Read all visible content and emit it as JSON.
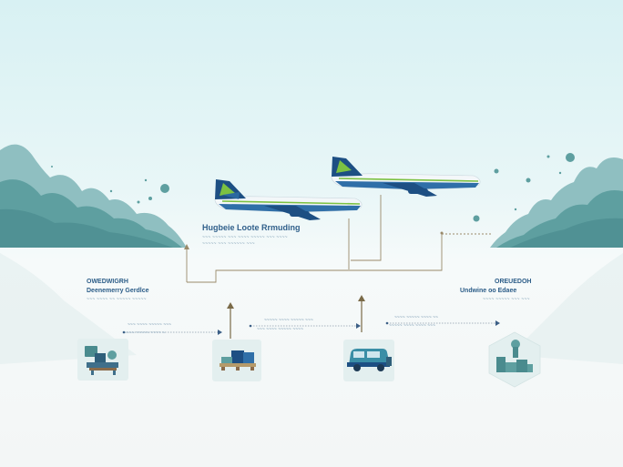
{
  "diagram": {
    "main_title": "Hugbeie Loote Rrmuding",
    "main_subtitle": "~~~ ~~~~~ ~~~ ~~~~ ~~~~~ ~~~ ~~~~",
    "main_subtitle_2": "~~~~~ ~~~ ~~~~~~ ~~~",
    "left_heading_1": "OWEDWIGRH",
    "left_heading_2": "Deenemerry Gerdlce",
    "left_caption": "~~~ ~~~~ ~~ ~~~~~ ~~~~~",
    "right_heading_1": "OREUEDOH",
    "right_heading_2": "Undwine oo Edaee",
    "right_caption": "~~~~ ~~~~~ ~~~ ~~~",
    "step_1": "~~~ ~~~~ ~~~~~ ~~~",
    "step_2": "~~~~ ~~~~~ ~~~~ ~",
    "step_3": "~~~~~ ~~~~ ~~~~~ ~~~",
    "step_4": "~~~ ~~~~ ~~~~~ ~~~~",
    "step_5": "~~~~ ~~~~~ ~~~~ ~~",
    "step_6": "~~~~~ ~~~~ ~~~~ ~~~"
  },
  "icons": {
    "plane_near": "airplane-icon",
    "plane_far": "airplane-icon",
    "station_1": "robot-sorter-icon",
    "station_2": "pallet-boxes-icon",
    "station_3": "delivery-van-icon",
    "station_4": "warehouse-icon"
  },
  "colors": {
    "sky": "#d8f1f3",
    "ground": "#f3f6f6",
    "teal": "#5e9fa0",
    "navy": "#1d4f83",
    "green": "#7cc142",
    "line": "#9a8a6a",
    "text": "#2b5b86"
  }
}
